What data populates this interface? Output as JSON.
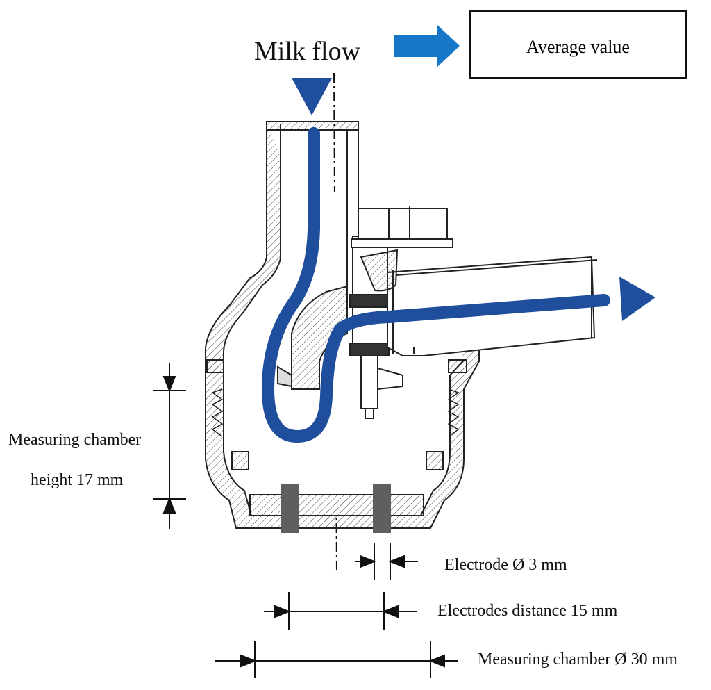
{
  "diagram": {
    "flow_title": "Milk flow",
    "output_box_label": "Average value",
    "dimensions": {
      "chamber_height_line1": "Measuring chamber",
      "chamber_height_line2": "height 17 mm",
      "electrode_diameter": "Electrode Ø 3 mm",
      "electrodes_distance": "Electrodes distance 15 mm",
      "chamber_diameter": "Measuring chamber Ø 30 mm"
    },
    "colors": {
      "flow": "#1f4e9c",
      "arrow_accent": "#1677c8",
      "electrode": "#5f5f5f",
      "outline": "#222222"
    }
  }
}
